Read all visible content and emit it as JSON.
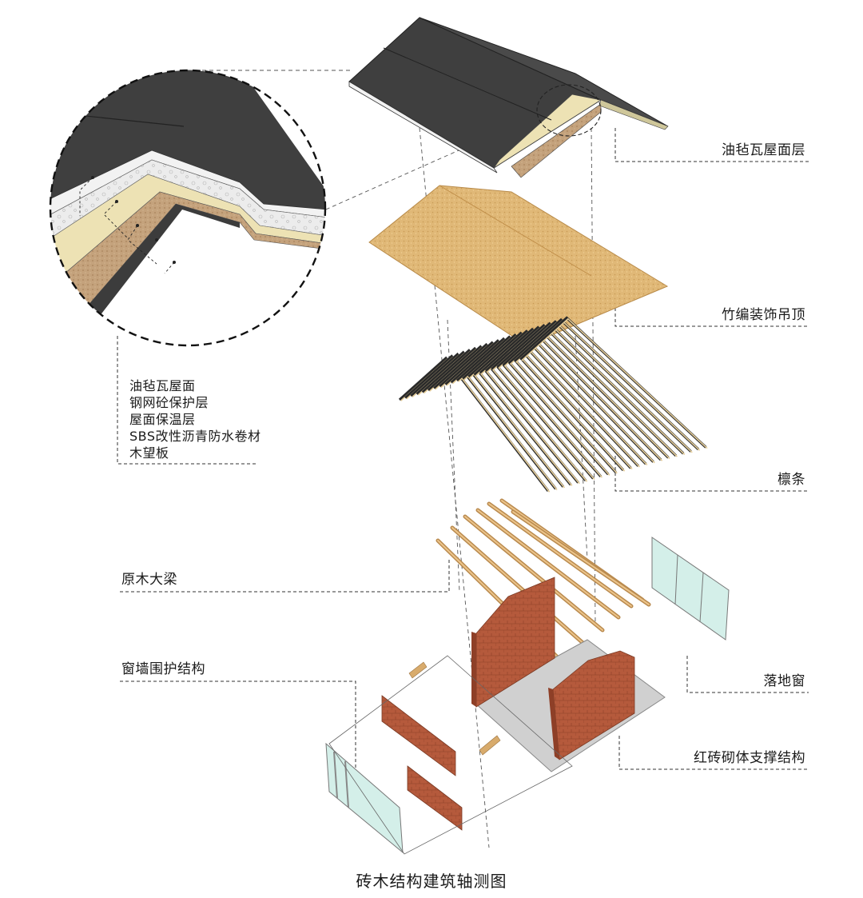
{
  "caption": "砖木结构建筑轴测图",
  "layers": {
    "roof_felt": "油毡瓦屋面层",
    "bamboo_ceiling": "竹编装饰吊顶",
    "purlins": "檩条",
    "log_beam": "原木大梁",
    "window_wall": "窗墙围护结构",
    "floor_window": "落地窗",
    "brick_support": "红砖砌体支撑结构"
  },
  "detail_layers": [
    "油毡瓦屋面",
    "钢网砼保护层",
    "屋面保温层",
    "SBS改性沥青防水卷材",
    "木望板"
  ],
  "colors": {
    "roof": "#3f3f3f",
    "bamboo": "#e0b877",
    "purlin": "#d9c090",
    "beam": "#d8ab6c",
    "brick": "#b55a3c",
    "floor": "#d0d0d0",
    "glass": "#d4efe9",
    "insulation": "#ede2b4",
    "wood_board": "#c4a27c"
  }
}
